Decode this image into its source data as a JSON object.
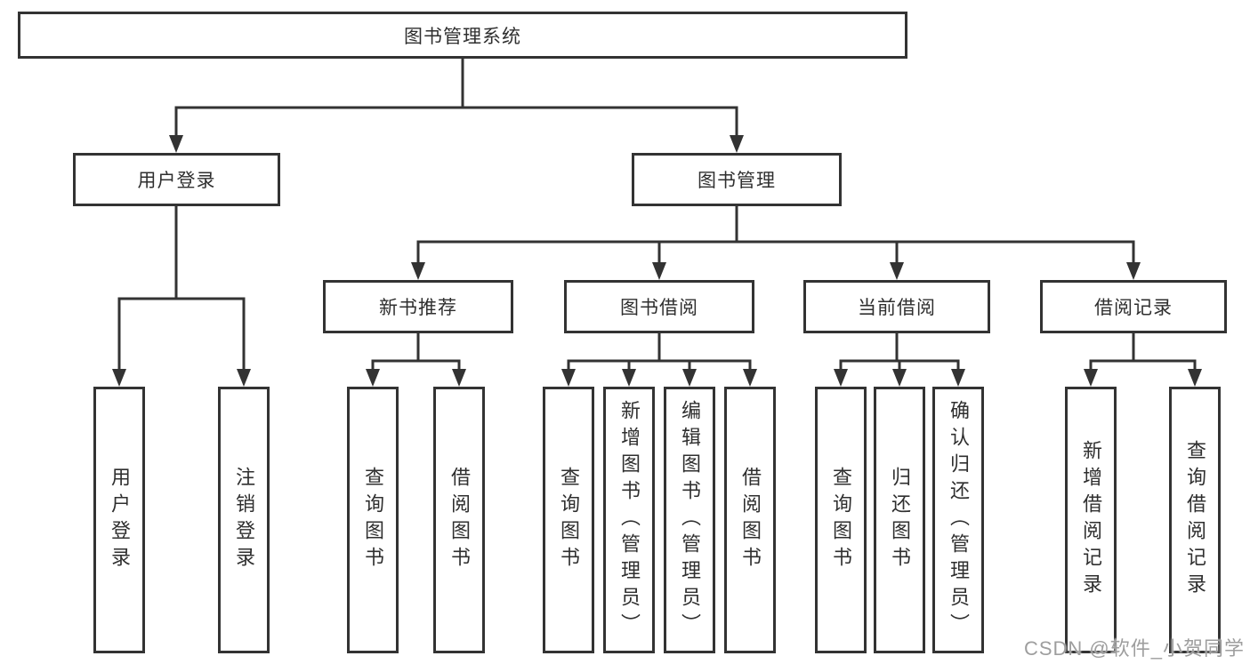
{
  "nodes": {
    "root": "图书管理系统",
    "level2": [
      "用户登录",
      "图书管理"
    ],
    "level3": [
      "新书推荐",
      "图书借阅",
      "当前借阅",
      "借阅记录"
    ],
    "leaves_user_login": [
      "用户登录",
      "注销登录"
    ],
    "leaves_new_book_recommend": [
      "查询图书",
      "借阅图书"
    ],
    "leaves_book_borrow": [
      "查询图书",
      "新增图书（管理员）",
      "编辑图书（管理员）",
      "借阅图书"
    ],
    "leaves_current_borrow": [
      "查询图书",
      "归还图书",
      "确认归还（管理员）"
    ],
    "leaves_borrow_records": [
      "新增借阅记录",
      "查询借阅记录"
    ]
  },
  "colors": {
    "line": "#333333",
    "text": "#2f2f2f",
    "background": "#ffffff",
    "watermark": "#9e9e9e"
  },
  "watermark": "CSDN @软件_小贺同学"
}
